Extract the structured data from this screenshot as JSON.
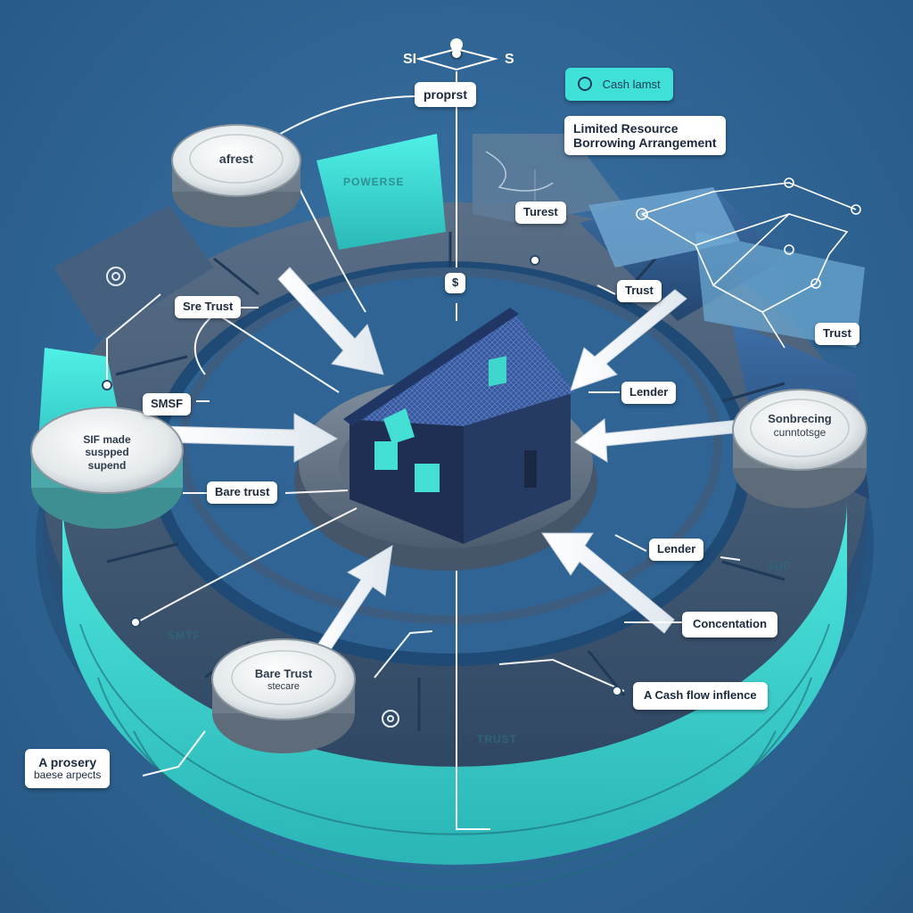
{
  "compass": {
    "left": "SI",
    "right": "S"
  },
  "top_labels": {
    "property": "proprst",
    "card": "Cash lamst",
    "limited_line1": "Limited Resource",
    "limited_line2": "Borrowing Arrangement"
  },
  "coins": {
    "top_left": "afrest",
    "left_line1": "SIF made",
    "left_line2": "suspped",
    "left_line3": "supend",
    "bottom_line1": "Bare Trust",
    "bottom_line2": "stecare",
    "right_line1": "Sonbrecing",
    "right_line2": "cunntotsge"
  },
  "callouts": {
    "turest": "Turest",
    "trust_mid": "Trust",
    "trust_right": "Trust",
    "sre_trust": "Sre Trust",
    "dollar": "$",
    "smsf": "SMSF",
    "bare_trust": "Bare trust",
    "lender_1": "Lender",
    "lender_2": "Lender",
    "concentration": "Concentation",
    "cash_flow": "A Cash flow inflence",
    "property_l1": "A prosery",
    "property_l2": "baese arpects"
  },
  "segments": {
    "top": "POWERSE",
    "bottom_left": "SMTF",
    "bottom": "TRUST",
    "right": "SUF"
  },
  "colors": {
    "background": "#2f6494",
    "dark_segment": "#2e4a66",
    "teal_segment": "#3fe0d8",
    "house": "#1e2f52",
    "roof": "#3a5a9a",
    "coin": "#e6ecef"
  }
}
